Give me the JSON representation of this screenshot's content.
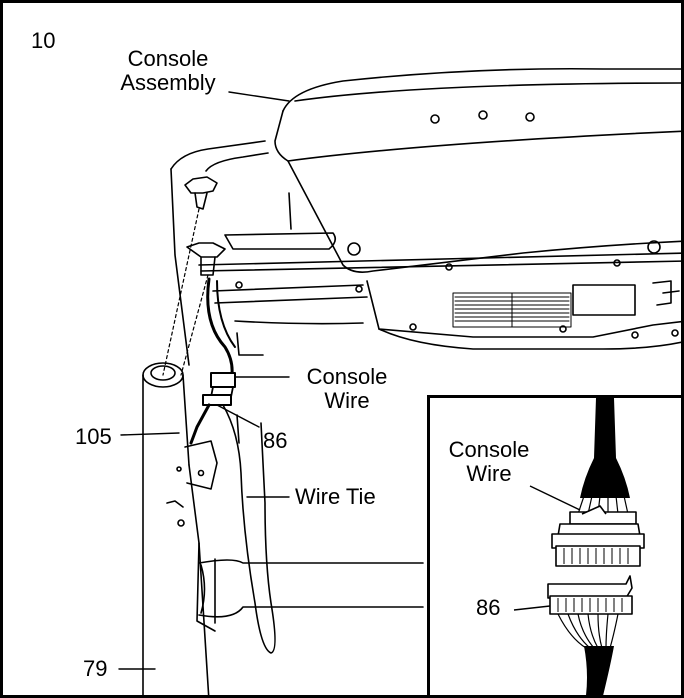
{
  "step_number": "10",
  "labels": {
    "console_assembly_line1": "Console",
    "console_assembly_line2": "Assembly",
    "console_wire_line1": "Console",
    "console_wire_line2": "Wire",
    "part_86": "86",
    "part_105": "105",
    "wire_tie": "Wire Tie",
    "part_79": "79"
  },
  "inset": {
    "console_wire_line1": "Console",
    "console_wire_line2": "Wire",
    "part_86": "86"
  }
}
